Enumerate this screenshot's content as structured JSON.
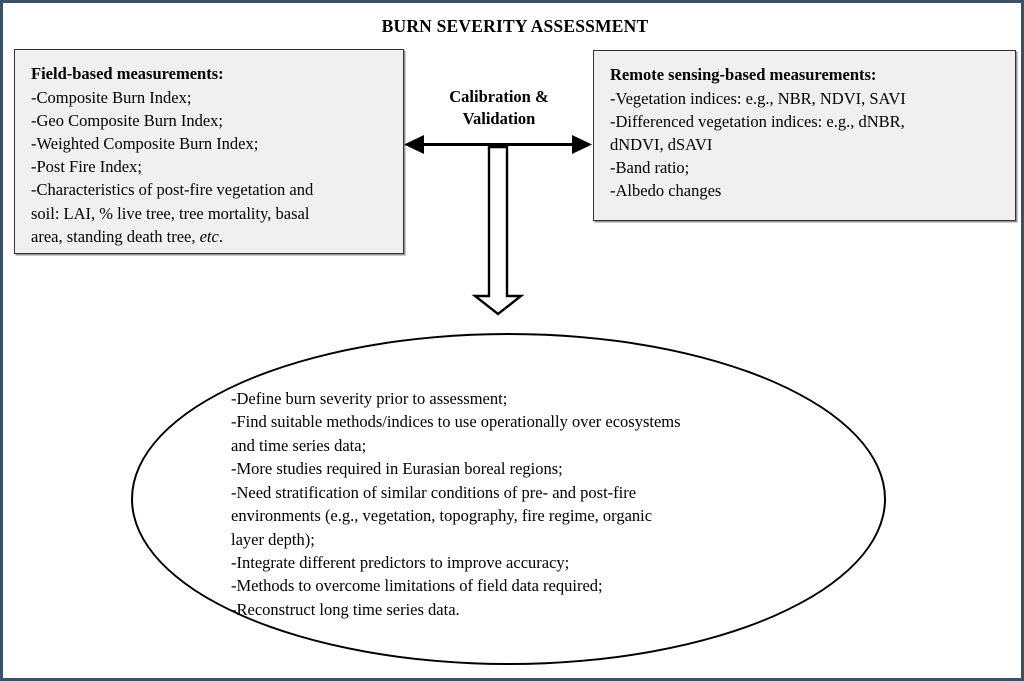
{
  "title": "BURN SEVERITY ASSESSMENT",
  "colors": {
    "outer_border": "#3d5068",
    "box_fill": "#f0f0f0",
    "box_border": "#333333",
    "ellipse_stroke": "#000000",
    "text": "#000000"
  },
  "field_box": {
    "heading": "Field-based measurements:",
    "lines": [
      "-Composite Burn Index;",
      "-Geo Composite Burn Index;",
      "-Weighted Composite Burn Index;",
      "-Post Fire Index;",
      "-Characteristics of post-fire vegetation and",
      "soil: LAI, % live tree, tree mortality, basal",
      "area, standing death tree, "
    ],
    "last_line_italic": "etc",
    "last_line_tail": "."
  },
  "remote_box": {
    "heading": "Remote sensing-based measurements:",
    "lines": [
      "-Vegetation indices: e.g., NBR, NDVI, SAVI",
      "-Differenced vegetation indices: e.g., dNBR,",
      "dNDVI, dSAVI",
      "-Band ratio;",
      "-Albedo changes"
    ]
  },
  "center": {
    "label_line1": "Calibration &",
    "label_line2": "Validation",
    "horizontal_arrow": "double-headed-horizontal-arrow",
    "vertical_arrow": "hollow-down-block-arrow"
  },
  "ellipse": {
    "lines": [
      "-Define burn severity prior to assessment;",
      "-Find suitable methods/indices to use operationally over ecosystems",
      "and time series data;",
      "-More studies required in Eurasian boreal regions;",
      "-Need stratification of similar conditions of pre- and post-fire",
      "environments (e.g., vegetation, topography, fire regime, organic",
      "layer depth);",
      "-Integrate different predictors to improve accuracy;",
      "-Methods to overcome limitations of field data required;",
      "-Reconstruct long time series data."
    ]
  }
}
